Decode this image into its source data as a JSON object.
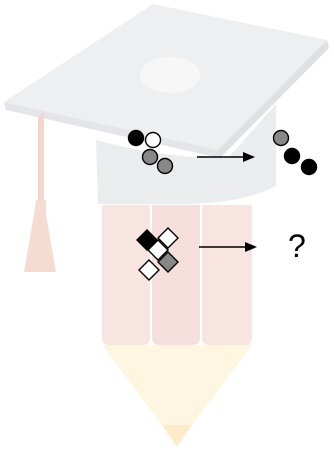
{
  "colors": {
    "cap_light": "#f2f2f4",
    "cap_mid": "#e9eaec",
    "cap_shadow": "#dcdde0",
    "tassel": "#f3d8cf",
    "pencil_body": "#f7e3e0",
    "pencil_tip": "#fdf3d6",
    "pencil_point": "#fde9c8",
    "black": "#000000",
    "grey": "#888888",
    "white": "#ffffff"
  },
  "puzzle": {
    "row1": {
      "input_shape": "circles",
      "output_shape": "circles"
    },
    "row2": {
      "input_shape": "diamonds",
      "answer": "?"
    }
  },
  "icons": [
    "graduation-cap-icon",
    "pencil-icon",
    "arrow-right-icon"
  ]
}
